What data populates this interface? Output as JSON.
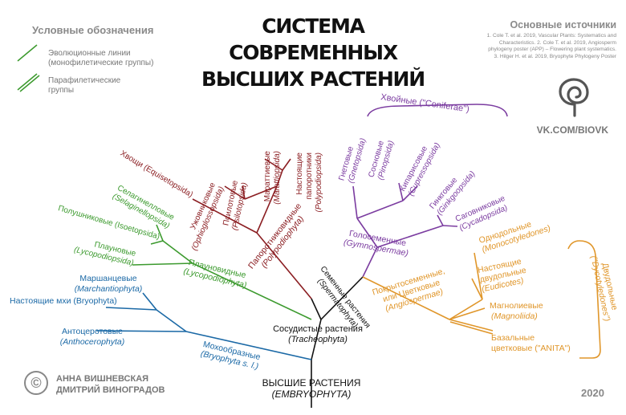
{
  "title": {
    "line1": "СИСТЕМА СОВРЕМЕННЫХ",
    "line2": "ВЫСШИХ РАСТЕНИЙ"
  },
  "legend": {
    "title": "Условные обозначения",
    "items": [
      {
        "label": "Эволюционные линии (монофилетические группы)"
      },
      {
        "label": "Парафилетические группы"
      }
    ]
  },
  "sources": {
    "title": "Основные источники",
    "lines": [
      "1. Cole T. et al. 2019, Vascular Plants: Systematics and",
      "Characteristics. 2. Cole T. et al. 2019, Angiosperm",
      "phylogeny poster (APP) – Flowering plant systematics.",
      "3. Hilger H. et al. 2019, Bryophyte Phylogeny Poster"
    ]
  },
  "vk": "VK.COM/BIOVK",
  "authors": {
    "line1": "АННА ВИШНЕВСКАЯ",
    "line2": "ДМИТРИЙ ВИНОГРАДОВ",
    "copyright": "©"
  },
  "year": "2020",
  "colors": {
    "vascular_ferns": "#8b1e22",
    "lycophytes": "#3c9a2e",
    "bryophytes": "#1b69a6",
    "gymnosperms": "#7b3ca0",
    "angiosperms": "#e0962a",
    "trunk": "#111111"
  },
  "labels": {
    "embryophyta": {
      "ru": "ВЫСШИЕ РАСТЕНИЯ",
      "lat": "(EMBRYOPHYTA)"
    },
    "tracheophyta": {
      "ru": "Сосудистые растения",
      "lat": "(Tracheophyta)"
    },
    "spermatophyta": {
      "ru": "Семенные растения",
      "lat": "(Spermatophyta)"
    },
    "polypodiophyta": {
      "ru": "Папоротниковидные",
      "lat": "(Polypodiophyta)"
    },
    "polypodiopsida": {
      "ru1": "Настоящие",
      "ru2": "папоротники",
      "lat": "(Polypodiopsida)"
    },
    "marattiopsida": {
      "ru": "Мараттиевые",
      "lat": "(Marattiopsida)"
    },
    "psilotopsida": {
      "ru": "Псилотовые",
      "lat": "(Psilotopsida)"
    },
    "ophioglossopsida": {
      "ru": "Ужовниковые",
      "lat": "(Ophioglossopsida)"
    },
    "equisetopsida": {
      "ru": "Хвощи",
      "lat": "(Equisetopsida)",
      "full": "Хвощи (Equisetopsida)"
    },
    "gnetopsida": {
      "ru": "Гнетовые",
      "lat": "(Gnetopsida)"
    },
    "pinopsida": {
      "ru": "Сосновые",
      "lat": "(Pinopsida)"
    },
    "cupressopsida": {
      "ru": "Кипарисовые",
      "lat": "(Cupressopsida)"
    },
    "coniferae": {
      "full": "Хвойные (\"Coniferae\")"
    },
    "ginkgoopsida": {
      "ru": "Гинкговые",
      "lat": "(Ginkgoopsida)"
    },
    "cycadopsida": {
      "ru": "Саговниковые",
      "lat": "(Cycadopsida)"
    },
    "gymnospermae": {
      "ru": "Голосеменные",
      "lat": "(Gymnospermae)"
    },
    "selaginellopsida": {
      "ru": "Селагинелловые",
      "lat": "(Selaginellopsida)"
    },
    "isoetopsida": {
      "full": "Полушниковые (Isoetopsida)"
    },
    "lycopodiopsida": {
      "ru": "Плауновые",
      "lat": "(Lycopodiopsida)"
    },
    "lycopodiophyta": {
      "ru": "Плауновидные",
      "lat": "(Lycopodiophyta)"
    },
    "marchantiophyta": {
      "ru": "Маршанцевые",
      "lat": "(Marchantiophyta)"
    },
    "bryophyta": {
      "full": "Настоящие мхи (Bryophyta)"
    },
    "anthocerophyta": {
      "ru": "Антоцеротовые",
      "lat": "(Anthocerophyta)"
    },
    "bryophyta_sl": {
      "ru": "Мохообразные",
      "lat": "(Bryophyta s. l.)"
    },
    "angiospermae": {
      "ru1": "Покрытосеменные,",
      "ru2": "или Цветковые",
      "lat": "(Angiospermae)"
    },
    "monocotyledones": {
      "ru": "Однодольные",
      "lat": "(Monocotyledones)"
    },
    "eudicotes": {
      "ru1": "Настоящие",
      "ru2": "двудольные",
      "lat": "(Eudicotes)"
    },
    "magnoliida": {
      "ru": "Магнолиевые",
      "lat": "(Magnoliida)"
    },
    "anita": {
      "ru1": "Базальные",
      "ru2": "цветковые (\"ANITA\")"
    },
    "dycotyledones": {
      "ru": "Двудольные",
      "lat": "(\"Dycotyledones\")"
    }
  }
}
